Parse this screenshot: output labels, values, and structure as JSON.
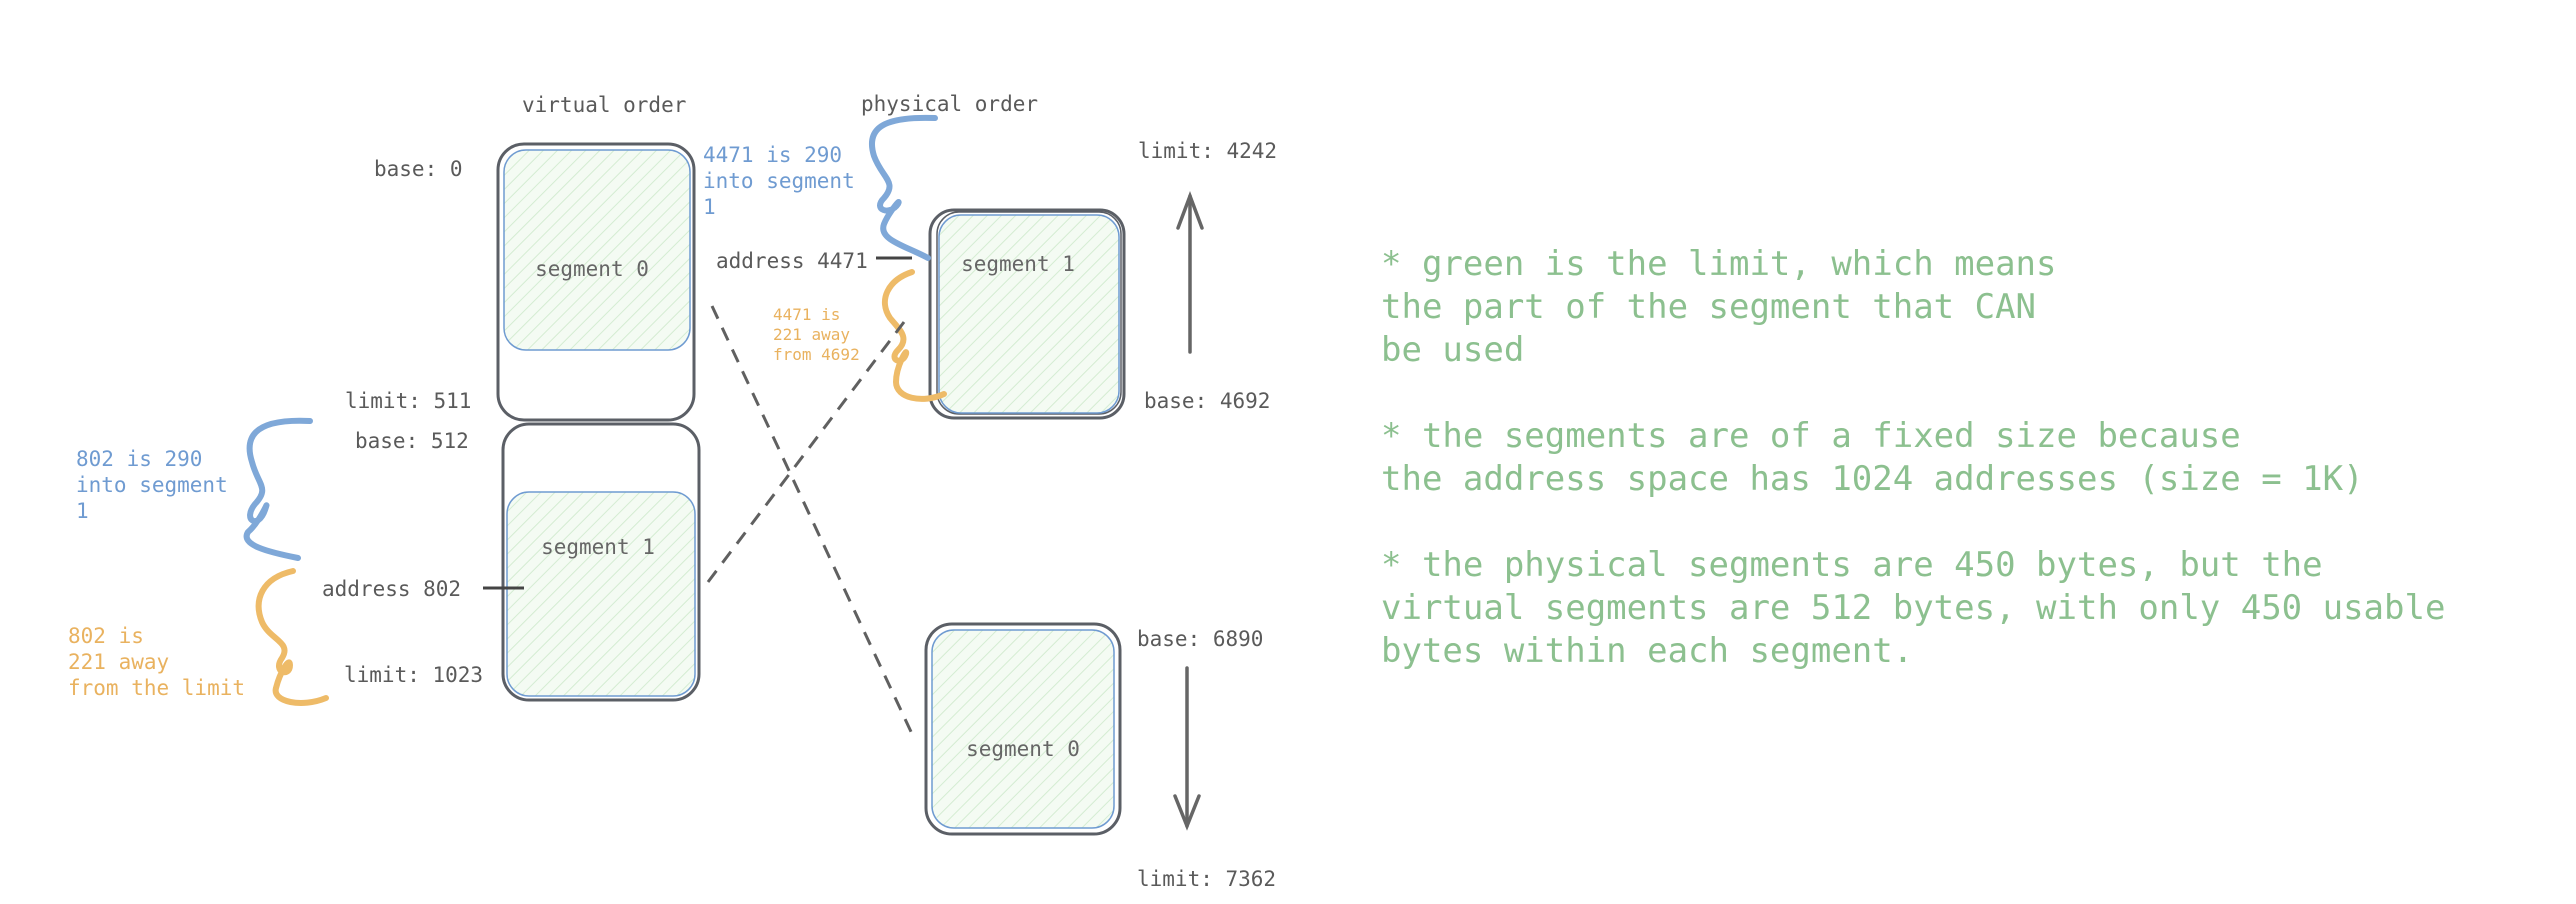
{
  "headers": {
    "virtual": "virtual order",
    "physical": "physical order"
  },
  "virtual": {
    "base0": "base: 0",
    "limit511": "limit: 511",
    "base512": "base: 512",
    "limit1023": "limit: 1023",
    "address802": "address 802",
    "seg0_label": "segment 0",
    "seg1_label": "segment 1",
    "note_blue": [
      "802 is 290",
      "into segment",
      "1"
    ],
    "note_orange": [
      "802 is",
      "221 away",
      "from the limit"
    ]
  },
  "physical": {
    "limit4242": "limit: 4242",
    "base4692": "base: 4692",
    "base6890": "base: 6890",
    "limit7362": "limit: 7362",
    "address4471": "address 4471",
    "seg1_label": "segment 1",
    "seg0_label": "segment 0",
    "note_blue": [
      "4471 is 290",
      "into segment",
      "1"
    ],
    "note_orange": [
      "4471 is",
      "221 away",
      "from 4692"
    ]
  },
  "notes": [
    "* green is the limit, which means",
    "the part of the segment that CAN",
    "be used",
    "* the segments are of a fixed size because",
    "the address space has 1024 addresses (size = 1K)",
    "* the physical segments are 450 bytes, but the",
    "virtual segments are 512 bytes, with only 450 usable",
    "bytes within each segment."
  ],
  "colors": {
    "blue": "#6f9bd1",
    "orange": "#e9b25f",
    "green": "#8cc08f",
    "outline": "#5b5f66"
  }
}
